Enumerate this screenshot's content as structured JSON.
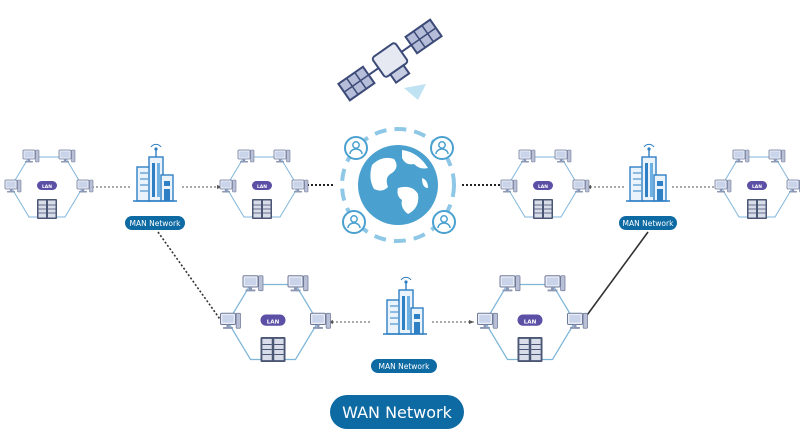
{
  "diagram": {
    "lan_label": "LAN",
    "man_label": "MAN Network",
    "wan_label": "WAN Network",
    "colors": {
      "pill_blue": "#0d6aa3",
      "lan_purple": "#5b4fa6",
      "ring": "#7fb6d8",
      "globe": "#4aa0cf",
      "building": "#2f7fc4"
    },
    "icons": [
      "satellite-icon",
      "globe-icon",
      "user-icon",
      "building-icon",
      "computer-icon",
      "server-rack-icon"
    ]
  }
}
